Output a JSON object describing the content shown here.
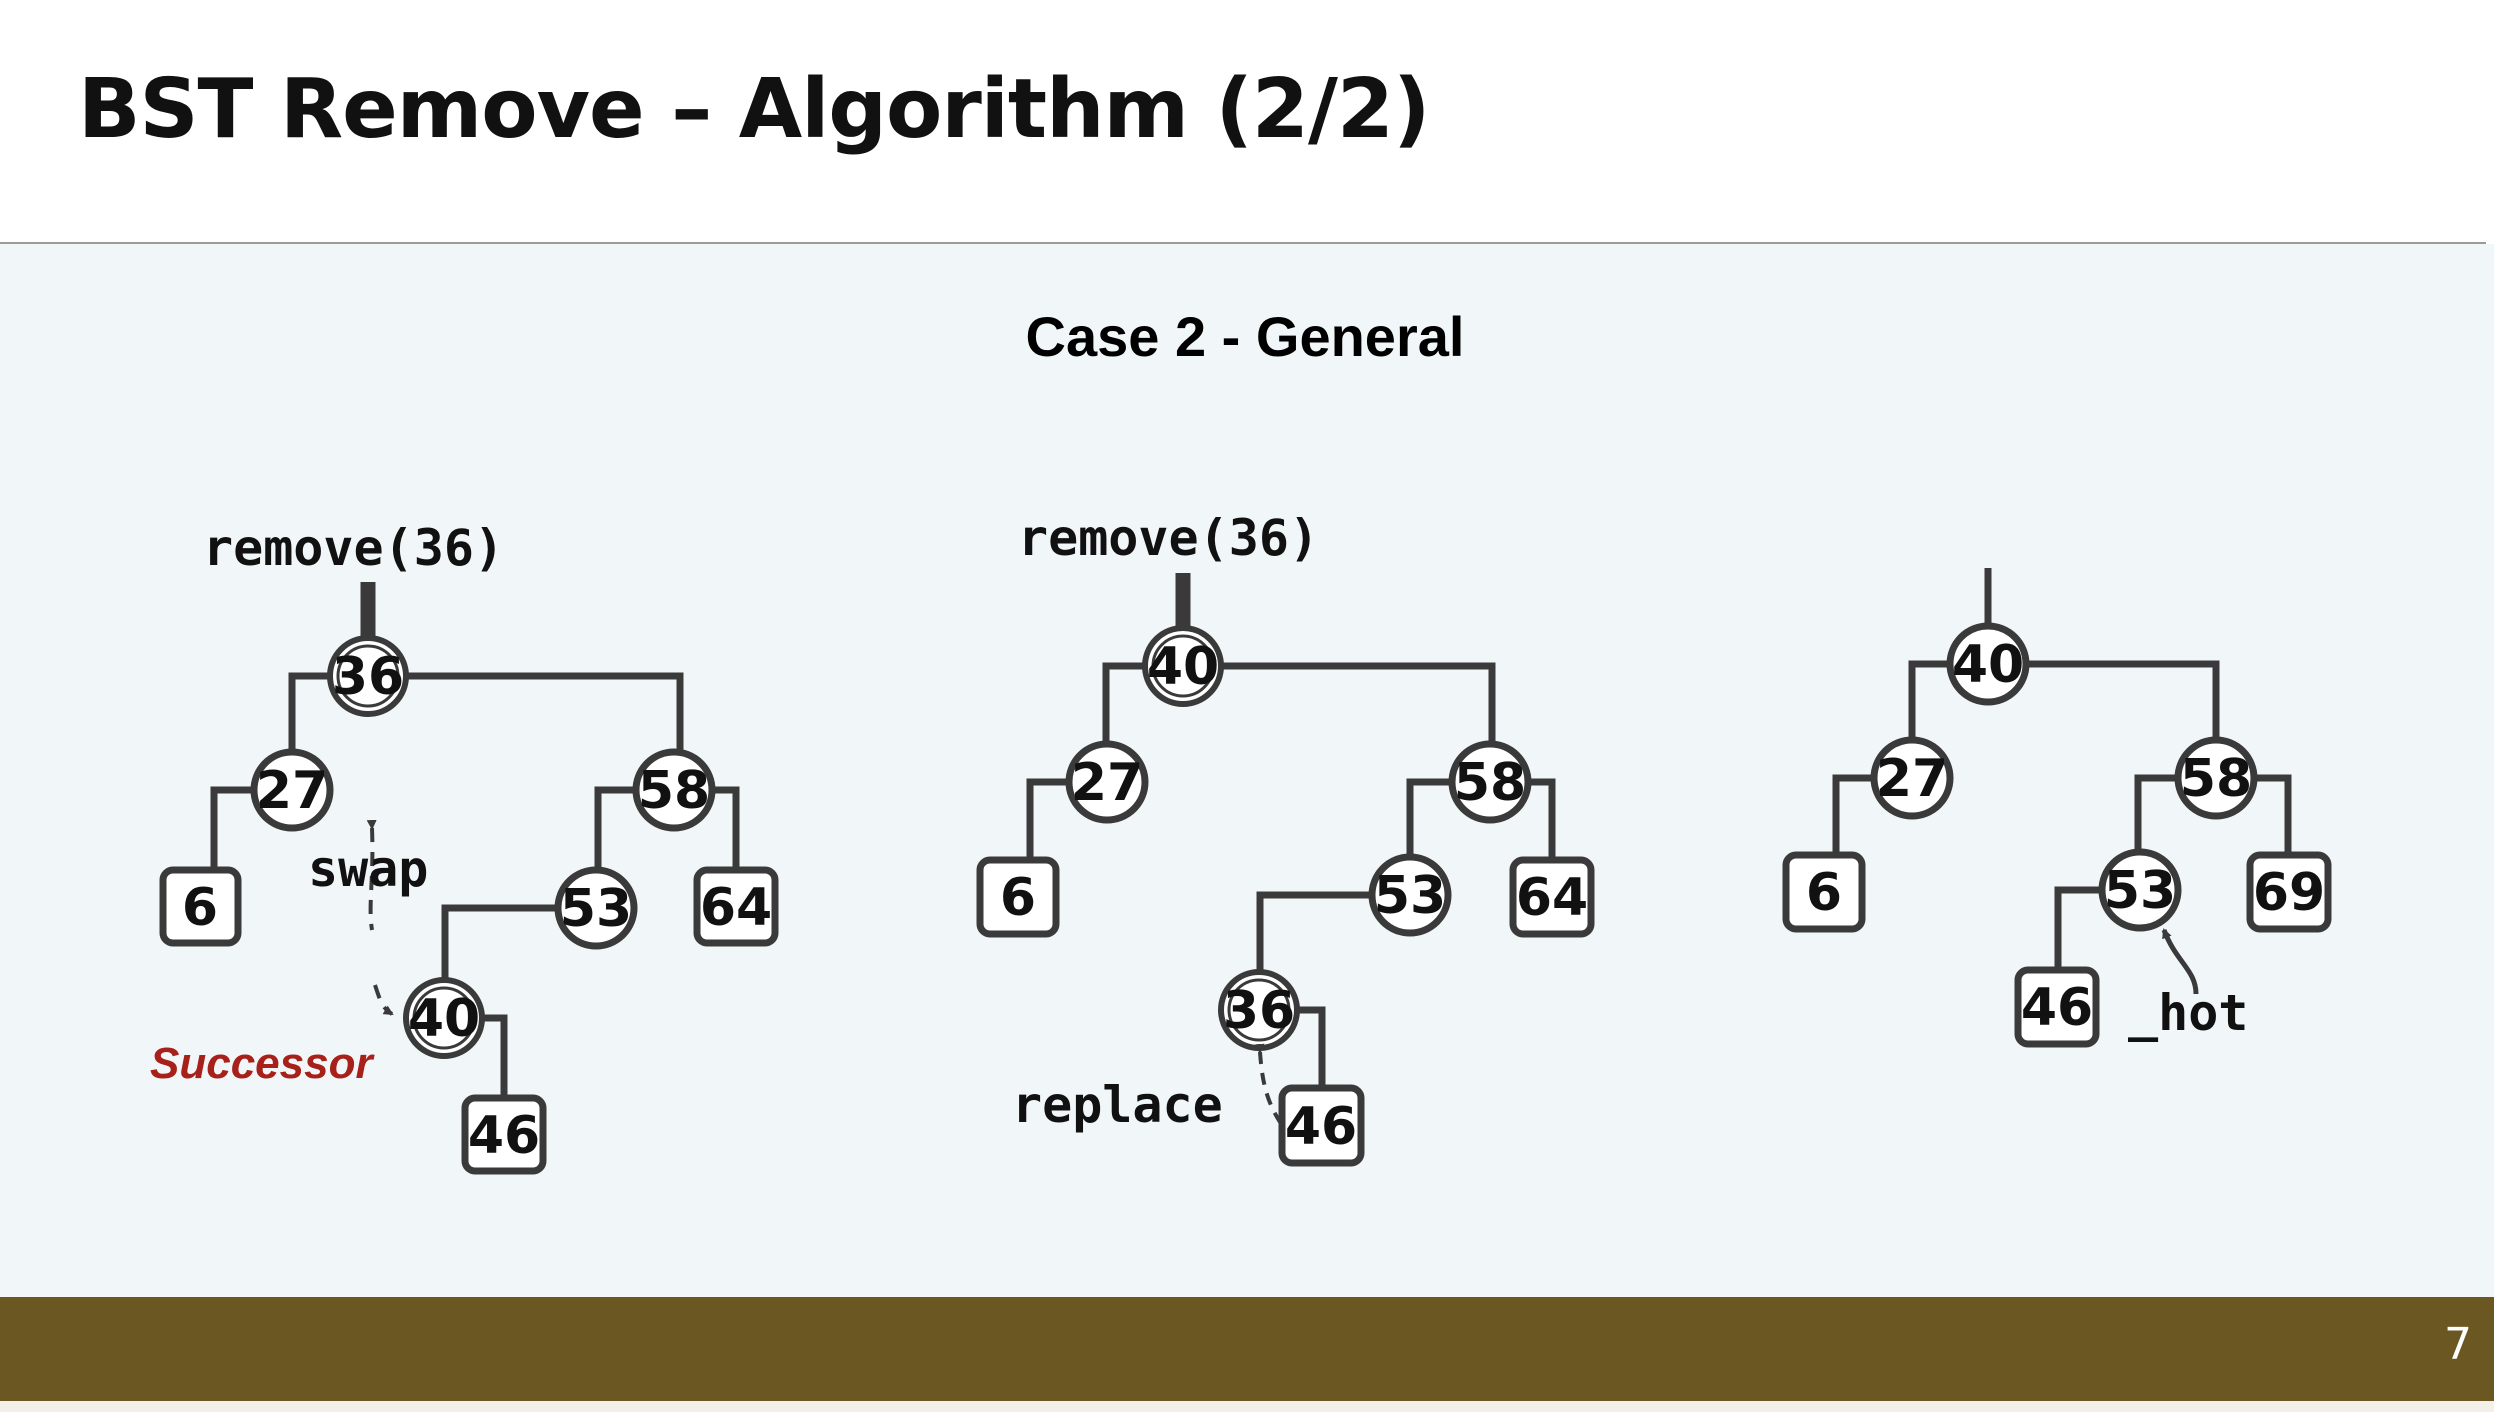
{
  "slide": {
    "title": "BST Remove – Algorithm (2/2)",
    "page_number": "7"
  },
  "diagram": {
    "heading": "Case 2 - General",
    "colors": {
      "edge": "#3a3a3a",
      "node_fill": "#ffffff",
      "successor_label": "#a8201a",
      "footer": "#6b5721",
      "panel": "#f1f6f9"
    },
    "trees": [
      {
        "operation": "remove(36)",
        "internal_nodes": [
          "36",
          "27",
          "58",
          "53",
          "40"
        ],
        "leaf_nodes": [
          "6",
          "64",
          "46"
        ],
        "highlighted": [
          "36",
          "40"
        ],
        "annotations": {
          "swap": "swap",
          "successor": "Successor"
        }
      },
      {
        "operation": "remove(36)",
        "internal_nodes": [
          "40",
          "27",
          "58",
          "53",
          "36"
        ],
        "leaf_nodes": [
          "6",
          "64",
          "46"
        ],
        "highlighted": [
          "40",
          "36"
        ],
        "annotations": {
          "replace": "replace"
        }
      },
      {
        "internal_nodes": [
          "40",
          "27",
          "58",
          "53"
        ],
        "leaf_nodes": [
          "6",
          "69",
          "46"
        ],
        "annotations": {
          "hot": "_hot"
        }
      }
    ]
  }
}
